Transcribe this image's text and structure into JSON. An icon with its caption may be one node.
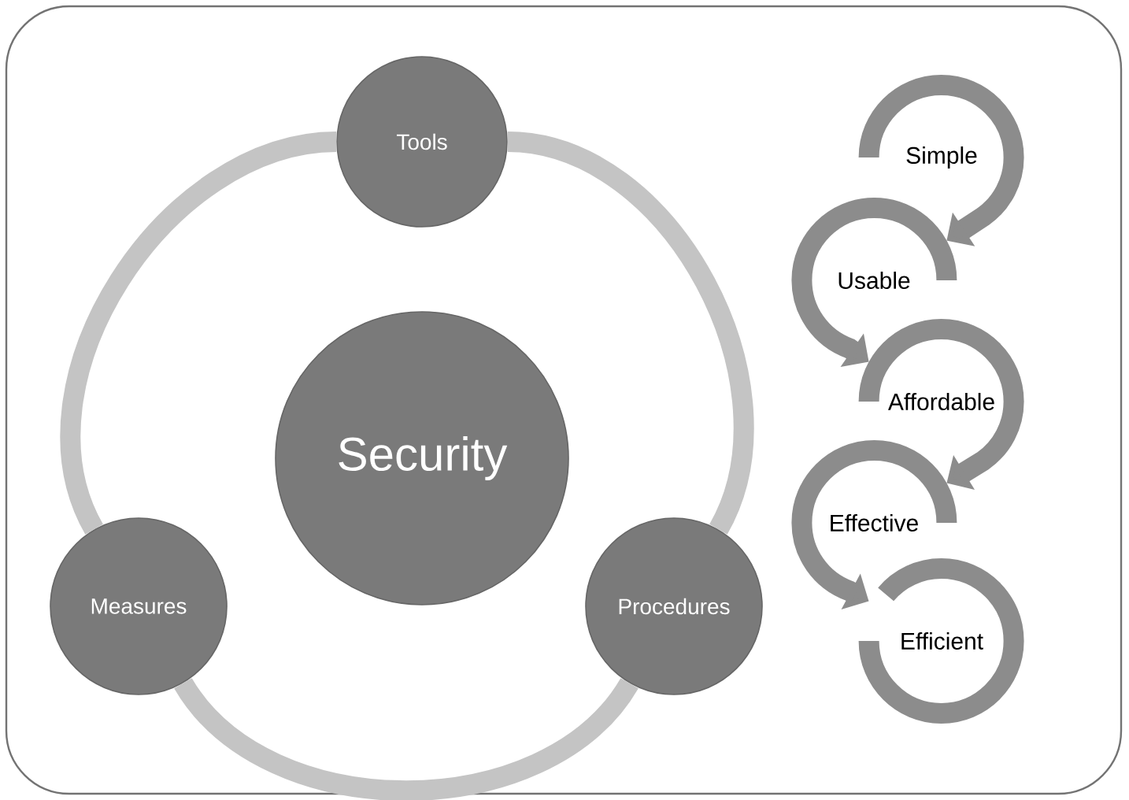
{
  "diagram": {
    "nodes": [
      {
        "text": [
          "Tools"
        ]
      },
      {
        "text": [
          "Security"
        ]
      },
      {
        "text": [
          "Measures"
        ]
      },
      {
        "text": [
          "Procedures"
        ]
      },
      {
        "text": [
          "Simple"
        ]
      },
      {
        "text": [
          "Usable"
        ]
      },
      {
        "text": [
          "Affordable"
        ]
      },
      {
        "text": [
          "Effective"
        ]
      },
      {
        "text": [
          "Efficient"
        ]
      }
    ],
    "edges": [
      {
        "from": 0,
        "to": 3,
        "arrow": "none",
        "color": "#c4c4c4"
      },
      {
        "from": 3,
        "to": 2,
        "arrow": "none",
        "color": "#c4c4c4"
      },
      {
        "from": 2,
        "to": 0,
        "arrow": "none",
        "color": "#c4c4c4"
      },
      {
        "from": 4,
        "to": 5,
        "arrow": "to"
      },
      {
        "from": 5,
        "to": 6,
        "arrow": "to"
      },
      {
        "from": 6,
        "to": 7,
        "arrow": "to"
      },
      {
        "from": 7,
        "to": 8,
        "arrow": "to"
      },
      {
        "from": 8,
        "to": 8,
        "arrow": "none"
      }
    ]
  }
}
